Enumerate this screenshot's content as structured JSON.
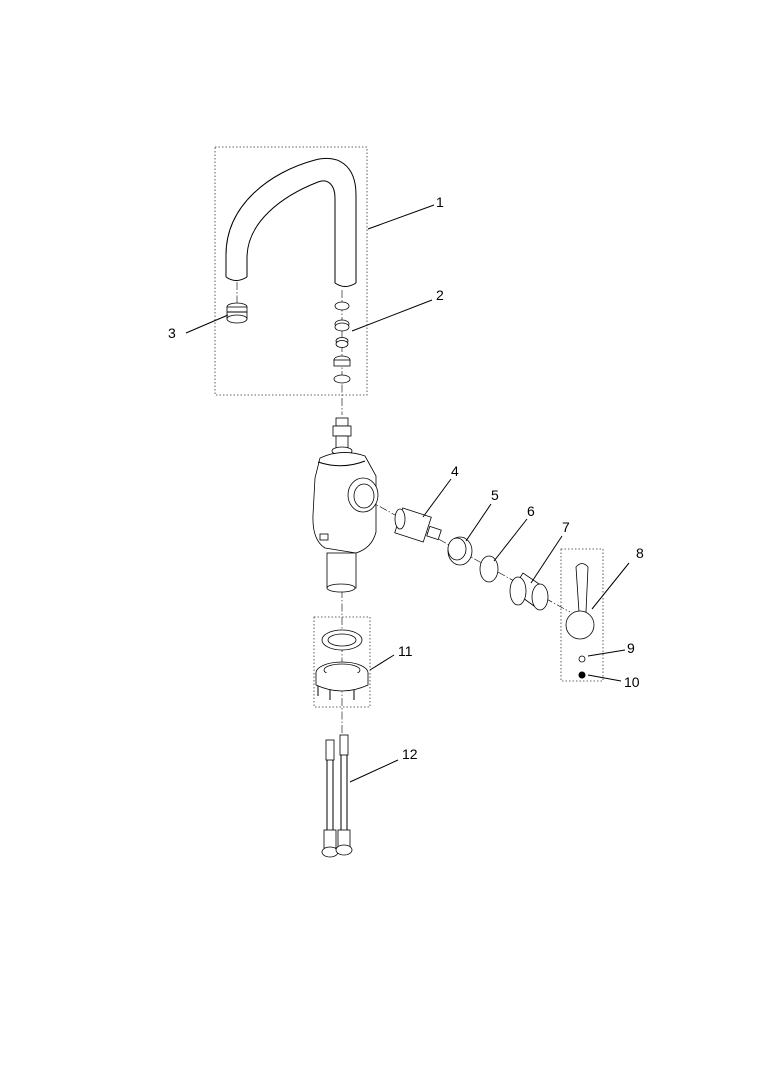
{
  "diagram": {
    "type": "exploded parts diagram",
    "part_labels": [
      "1",
      "2",
      "3",
      "4",
      "5",
      "6",
      "7",
      "8",
      "9",
      "10",
      "11",
      "12"
    ]
  }
}
